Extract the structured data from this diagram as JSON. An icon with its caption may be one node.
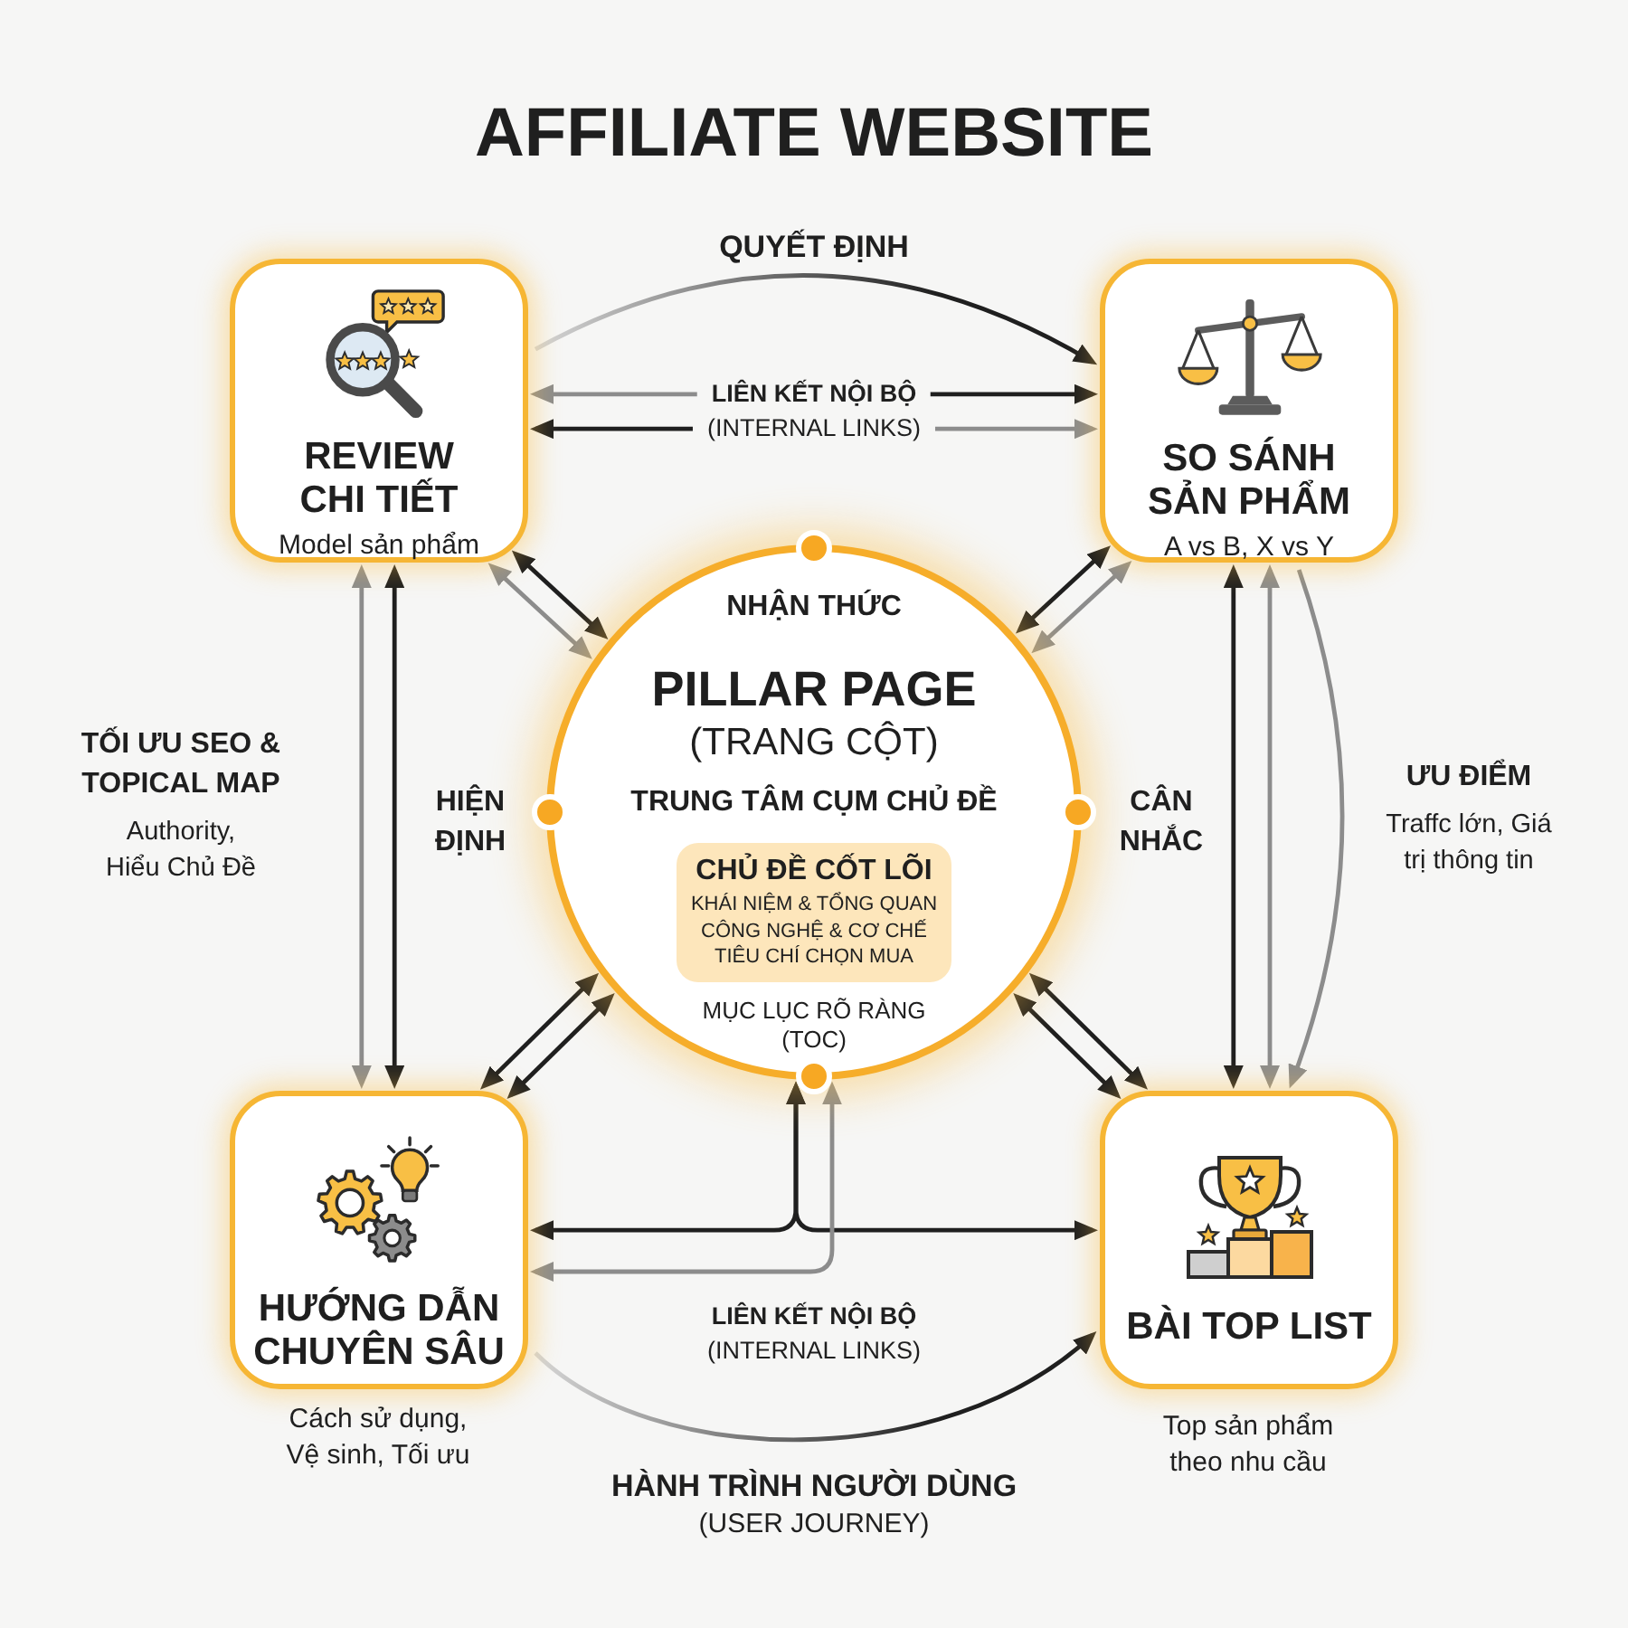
{
  "diagram": {
    "title": "AFFILIATE WEBSITE",
    "nodes": [
      {
        "text": [
          "REVIEW CHI TIẾT",
          "Model sản phẩm"
        ]
      },
      {
        "text": [
          "SO SÁNH SẢN PHẨM",
          "A vs B, X vs Y"
        ]
      },
      {
        "text": [
          "NHẬN THỨC",
          "PILLAR PAGE",
          "(TRANG CỘT)",
          "TRUNG TÂM CỤM CHỦ ĐỀ",
          "MỤC LỤC RÕ RÀNG (TOC)"
        ]
      },
      {
        "text": [
          "CHỦ ĐỀ CỐT LÕI",
          "KHÁI NIỆM & TỔNG QUAN",
          "CÔNG NGHỆ & CƠ CHẾ",
          "TIÊU CHÍ CHỌN MUA"
        ],
        "in": 2
      },
      {
        "text": [
          "HƯỚNG DẪN CHUYÊN SÂU"
        ],
        "beside": [
          "Cách sử dụng, Vệ sinh, Tối ưu"
        ]
      },
      {
        "text": [
          "BÀI TOP LIST"
        ],
        "beside": [
          "Top sản phẩm theo nhu cầu"
        ]
      }
    ],
    "edges": [
      {
        "from": 0,
        "to": 1,
        "arrow": "to",
        "label": "QUYẾT ĐỊNH"
      },
      {
        "from": 0,
        "to": 1,
        "arrow": "both",
        "label": "LIÊN KẾT NỘI BỘ"
      },
      {
        "from": 1,
        "to": 0,
        "arrow": "both",
        "label": "(INTERNAL LINKS)"
      },
      {
        "from": 0,
        "to": 2,
        "arrow": "both"
      },
      {
        "from": 0,
        "to": 2,
        "arrow": "both",
        "color": "#8c8c8c"
      },
      {
        "from": 1,
        "to": 2,
        "arrow": "both"
      },
      {
        "from": 1,
        "to": 2,
        "arrow": "both",
        "color": "#8c8c8c"
      },
      {
        "from": 0,
        "to": 4,
        "arrow": "both",
        "color": "#8c8c8c"
      },
      {
        "from": 0,
        "to": 4,
        "arrow": "both"
      },
      {
        "from": 1,
        "to": 5,
        "arrow": "both"
      },
      {
        "from": 1,
        "to": 5,
        "arrow": "both",
        "color": "#8c8c8c"
      },
      {
        "from": 1,
        "to": 5,
        "arrow": "to",
        "color": "#8c8c8c"
      },
      {
        "from": 4,
        "to": 2,
        "arrow": "both"
      },
      {
        "from": 4,
        "to": 2,
        "arrow": "both"
      },
      {
        "from": 5,
        "to": 2,
        "arrow": "both"
      },
      {
        "from": 5,
        "to": 2,
        "arrow": "both"
      },
      {
        "from": 2,
        "to": 4,
        "arrow": "both"
      },
      {
        "from": 2,
        "to": 5,
        "arrow": "both"
      },
      {
        "from": 2,
        "to": 4,
        "arrow": "both",
        "color": "#8c8c8c"
      },
      {
        "from": 4,
        "to": 5,
        "arrow": "to",
        "label": "**HÀNH TRÌNH NGƯỜI DÙNG** (USER JOURNEY)"
      }
    ],
    "labels": [
      "TỐI ƯU SEO & TOPICAL MAP",
      "Authority, Hiểu Chủ Đề",
      "HIỆN ĐỊNH",
      "CÂN NHẮC",
      "ƯU ĐIỂM",
      "Traffc lớn, Giá trị thông tin",
      "LIÊN KẾT NỘI BỘ",
      "(INTERNAL LINKS)"
    ]
  }
}
